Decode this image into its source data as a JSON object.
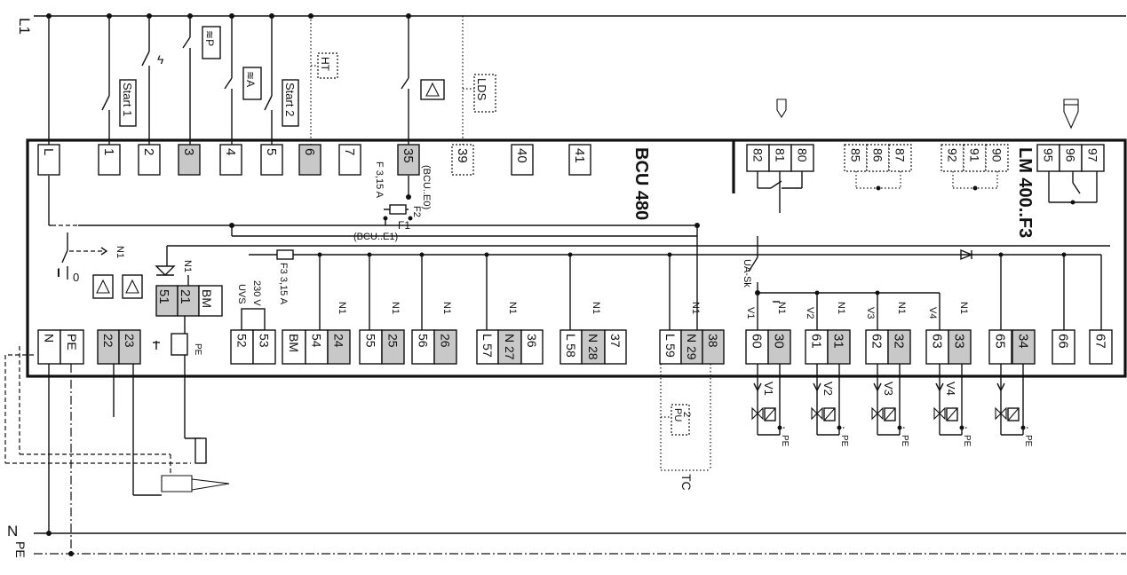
{
  "lines": {
    "l1": "L1",
    "n": "N",
    "pe": "PE"
  },
  "units": {
    "bcu": "BCU 480",
    "lm": "LM 400..F3"
  },
  "bcu_top_terminals": [
    "L",
    "1",
    "2",
    "3",
    "4",
    "5",
    "6",
    "7",
    "35",
    "39",
    "40",
    "41"
  ],
  "bcu_bottom_terminals": [
    "N",
    "PE",
    "22",
    "23",
    "52",
    "53",
    "BM",
    "54",
    "24",
    "55",
    "25",
    "56",
    "26",
    "L 57",
    "N 27",
    "36",
    "L 58",
    "N 28",
    "37",
    "L 59",
    "N 29",
    "38"
  ],
  "bcu_internal_terminals": [
    "51",
    "21",
    "BM"
  ],
  "lm_top_terminals": [
    "82",
    "81",
    "80",
    "85",
    "86",
    "87",
    "92",
    "91",
    "90",
    "95",
    "96",
    "97"
  ],
  "lm_bottom_terminals": [
    "60",
    "30",
    "61",
    "31",
    "62",
    "32",
    "63",
    "33",
    "65",
    "34",
    "66",
    "67"
  ],
  "inputs": {
    "start1": "Start 1",
    "start2": "Start 2",
    "ht": "HT",
    "lds": "LDS",
    "p_symbol": "P",
    "a_symbol": "A"
  },
  "labels": {
    "fuse_f1": "F1",
    "fuse_f2": "F2",
    "fuse_f1_rating": "F 3,15 A",
    "fuse_f3": "F3 3,15 A",
    "bcu_e0": "(BCU..E0)",
    "bcu_e1": "(BCU..E1)",
    "uvs_voltage": "230 V",
    "uvs": "UVS",
    "ua_sk": "UA-Sk",
    "n1_label": "N1",
    "n1_arrow": "N1",
    "i_label": "I",
    "o_label": "0",
    "pe_small": "PE",
    "pu": "PU",
    "pu_num": "2",
    "tc": "TC"
  },
  "valve_labels": [
    "V1",
    "V2",
    "V3",
    "V4"
  ],
  "valve_wire_labels": [
    "V1",
    "V2",
    "V3",
    "V4"
  ]
}
